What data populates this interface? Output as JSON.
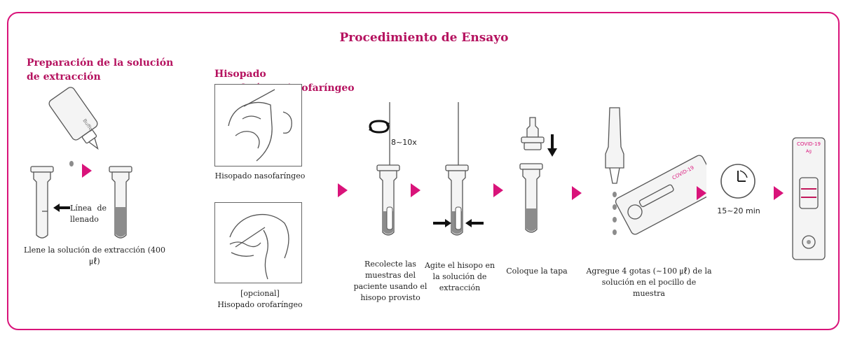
{
  "title": "Procedimiento de Ensayo",
  "sections": {
    "preparation": "Preparación de la solución de extracción",
    "swab": "Hisopado nasofaríngeo/orofaríngeo"
  },
  "labels": {
    "fill_line": "Línea de llenado",
    "nasopharyngeal": "Hisopado nasofaríngeo",
    "optional": "[opcional]",
    "oropharyngeal": "Hisopado orofaríngeo",
    "rotations": "8~10x",
    "time": "15~20 min",
    "cassette_brand": "COVID-19",
    "cassette_ag": "Ag",
    "bottle_text": "Buffer"
  },
  "steps": {
    "fill": "Llene la solución de extracción (400 ㎕)",
    "collect": "Recolecte las muestras del paciente usando el hisopo provisto",
    "agitate": "Agite el hisopo en la solución de extracción",
    "cap": "Coloque la tapa",
    "add": "Agregue 4 gotas (~100 ㎕) de la solución en el pocillo de muestra"
  },
  "colors": {
    "accent": "#d9137a",
    "heading": "#b5125f"
  }
}
